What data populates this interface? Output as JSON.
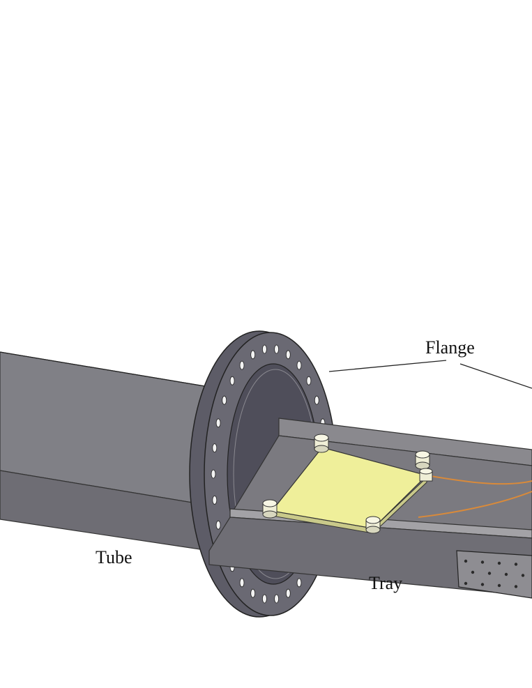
{
  "labels": {
    "flange": "Flange",
    "tube": "Tube",
    "tray": "Tray"
  },
  "colors": {
    "steel_dark": "#4f4e5a",
    "steel_mid": "#76757c",
    "steel_light": "#8b8a8f",
    "steel_top": "#9a999c",
    "plate": "#efef9a",
    "wire": "#d98a3a",
    "post": "#efeed6",
    "background": "#ffffff"
  }
}
